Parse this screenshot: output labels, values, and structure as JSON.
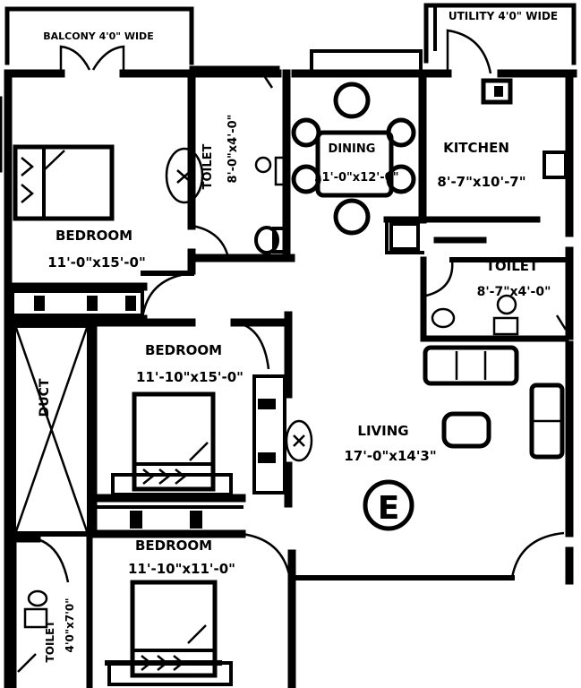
{
  "plan": {
    "rooms": [
      {
        "id": "balcony_top",
        "name": "BALCONY 4'0\" WIDE",
        "dims": ""
      },
      {
        "id": "utility",
        "name": "UTILITY 4'0\" WIDE",
        "dims": ""
      },
      {
        "id": "bedroom1",
        "name": "BEDROOM",
        "dims": "11'-0\"x15'-0\""
      },
      {
        "id": "toilet1",
        "name": "TOILET",
        "dims": "8'-0\"x4'-0\""
      },
      {
        "id": "dining",
        "name": "DINING",
        "dims": "11'-0\"x12'-0\""
      },
      {
        "id": "kitchen",
        "name": "KITCHEN",
        "dims": "8'-7\"x10'-7\""
      },
      {
        "id": "toilet2",
        "name": "TOILET",
        "dims": "8'-7\"x4'-0\""
      },
      {
        "id": "duct",
        "name": "DUCT",
        "dims": ""
      },
      {
        "id": "bedroom2",
        "name": "BEDROOM",
        "dims": "11'-10\"x15'-0\""
      },
      {
        "id": "living",
        "name": "LIVING",
        "dims": "17'-0\"x14'3\""
      },
      {
        "id": "bedroom3",
        "name": "BEDROOM",
        "dims": "11'-10\"x11'-0\""
      },
      {
        "id": "toilet3",
        "name": "TOILET",
        "dims": "4'0\"x7'0\""
      }
    ],
    "compass": "E",
    "colors": {
      "ink": "#000000",
      "paper": "#ffffff"
    }
  }
}
